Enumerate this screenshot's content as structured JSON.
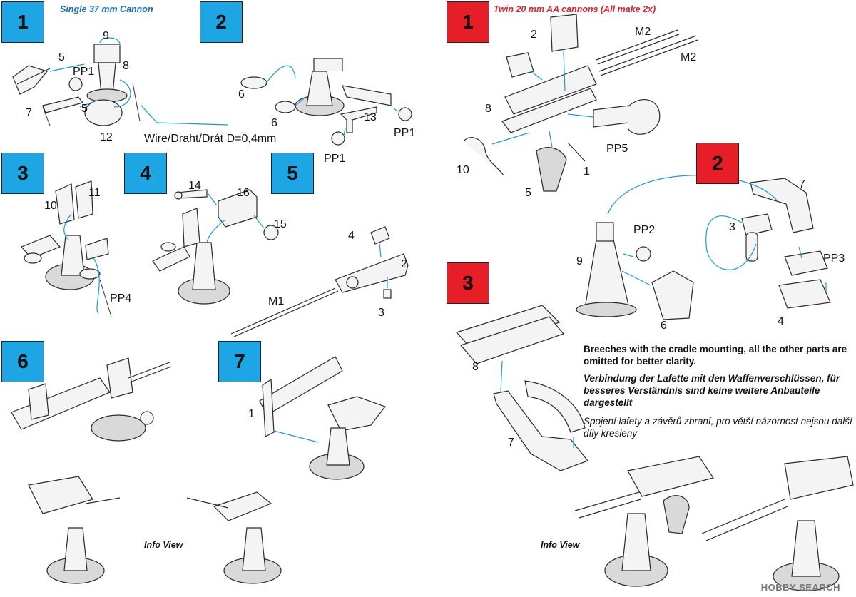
{
  "left_title": "Single 37 mm Cannon",
  "right_title": "Twin 20 mm AA cannons (All make 2x)",
  "colors": {
    "blue_step": "#1ea5e3",
    "red_step": "#e51e27",
    "arrow": "#1c9ad6",
    "title_blue": "#1a6fb0",
    "title_red": "#d7262c"
  },
  "steps_left": [
    "1",
    "2",
    "3",
    "4",
    "5",
    "6",
    "7"
  ],
  "steps_right": [
    "1",
    "2",
    "3"
  ],
  "wire_note": "Wire/Draht/Drát D=0,4mm",
  "labels": {
    "l1": {
      "p9": "9",
      "p5a": "5",
      "pp1": "PP1",
      "p8": "8",
      "p7": "7",
      "p5b": "5",
      "p12": "12"
    },
    "l2": {
      "p6a": "6",
      "p6b": "6",
      "p13": "13",
      "pp1a": "PP1",
      "pp1b": "PP1"
    },
    "l3": {
      "p11": "11",
      "p10": "10",
      "pp4": "PP4"
    },
    "l4": {
      "p14": "14",
      "p16": "16",
      "p15": "15"
    },
    "l5": {
      "p4": "4",
      "p2": "2",
      "p3": "3",
      "m1": "M1"
    },
    "l7": {
      "p1": "1"
    },
    "r1": {
      "p2": "2",
      "m2a": "M2",
      "m2b": "M2",
      "p8": "8",
      "pp5": "PP5",
      "p10": "10",
      "p1": "1",
      "p5": "5"
    },
    "r2": {
      "p7": "7",
      "p3": "3",
      "pp2": "PP2",
      "p9": "9",
      "pp3": "PP3",
      "p6": "6",
      "p4": "4"
    },
    "r3": {
      "p8": "8",
      "p7": "7"
    }
  },
  "note_en": "Breeches with the cradle mounting, all the other parts are omitted for better clarity.",
  "note_de": "Verbindung der Lafette mit den Waffenverschlüssen, für besseres Verständnis sind keine weitere Anbauteile dargestellt",
  "note_cz": "Spojení lafety a závěrů zbraní, pro větší názornost nejsou další díly kresleny",
  "info_view_left": "Info View",
  "info_view_right": "Info View",
  "watermark": "HOBBY SEARCH"
}
